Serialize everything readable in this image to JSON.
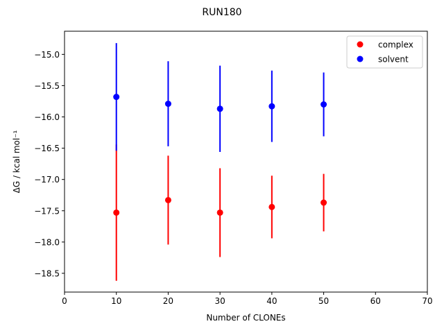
{
  "chart_data": {
    "type": "scatter",
    "title": "RUN180",
    "xlabel": "Number of CLONEs",
    "ylabel": "ΔG / kcal mol⁻¹",
    "xlim": [
      0,
      70
    ],
    "ylim": [
      -18.8,
      -14.63
    ],
    "xticks": [
      0,
      10,
      20,
      30,
      40,
      50,
      60,
      70
    ],
    "yticks": [
      -18.5,
      -18.0,
      -17.5,
      -17.0,
      -16.5,
      -16.0,
      -15.5,
      -15.0
    ],
    "x_tick_labels": [
      "0",
      "10",
      "20",
      "30",
      "40",
      "50",
      "60",
      "70"
    ],
    "y_tick_labels": [
      "−18.5",
      "−18.0",
      "−17.5",
      "−17.0",
      "−16.5",
      "−16.0",
      "−15.5",
      "−15.0"
    ],
    "grid": false,
    "legend_position": "top-right",
    "series": [
      {
        "name": "complex",
        "color": "#ff0000",
        "x": [
          10,
          20,
          30,
          40,
          50
        ],
        "y": [
          -17.53,
          -17.33,
          -17.53,
          -17.44,
          -17.37
        ],
        "error": [
          1.09,
          0.71,
          0.71,
          0.5,
          0.46
        ]
      },
      {
        "name": "solvent",
        "color": "#0000ff",
        "x": [
          10,
          20,
          30,
          40,
          50
        ],
        "y": [
          -15.68,
          -15.79,
          -15.87,
          -15.83,
          -15.8
        ],
        "error": [
          0.86,
          0.68,
          0.69,
          0.57,
          0.51
        ]
      }
    ]
  }
}
